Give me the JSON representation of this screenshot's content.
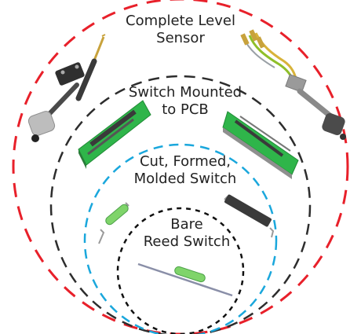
{
  "rings": [
    {
      "name": "complete-level-sensor",
      "line1": "Complete Level",
      "line2": "Sensor",
      "color": "#e8202a"
    },
    {
      "name": "switch-mounted-to-pcb",
      "line1": "Switch Mounted",
      "line2": "to PCB",
      "color": "#2d2d2d"
    },
    {
      "name": "cut-formed-molded-switch",
      "line1": "Cut, Formed,",
      "line2": "Molded Switch",
      "color": "#1aa7dc"
    },
    {
      "name": "bare-reed-switch",
      "line1": "Bare",
      "line2": "Reed Switch",
      "color": "#111111"
    }
  ],
  "colors": {
    "pcb_green": "#2fb54a",
    "glass_green": "#7fd46a",
    "steel": "#9a9a9a",
    "dark_component": "#3a3a3a",
    "brass": "#c8a23c"
  },
  "icons": [
    "float-sensor-vertical-icon",
    "float-sensor-wired-icon",
    "pcb-switch-icon",
    "molded-switch-icon",
    "reed-switch-icon"
  ]
}
